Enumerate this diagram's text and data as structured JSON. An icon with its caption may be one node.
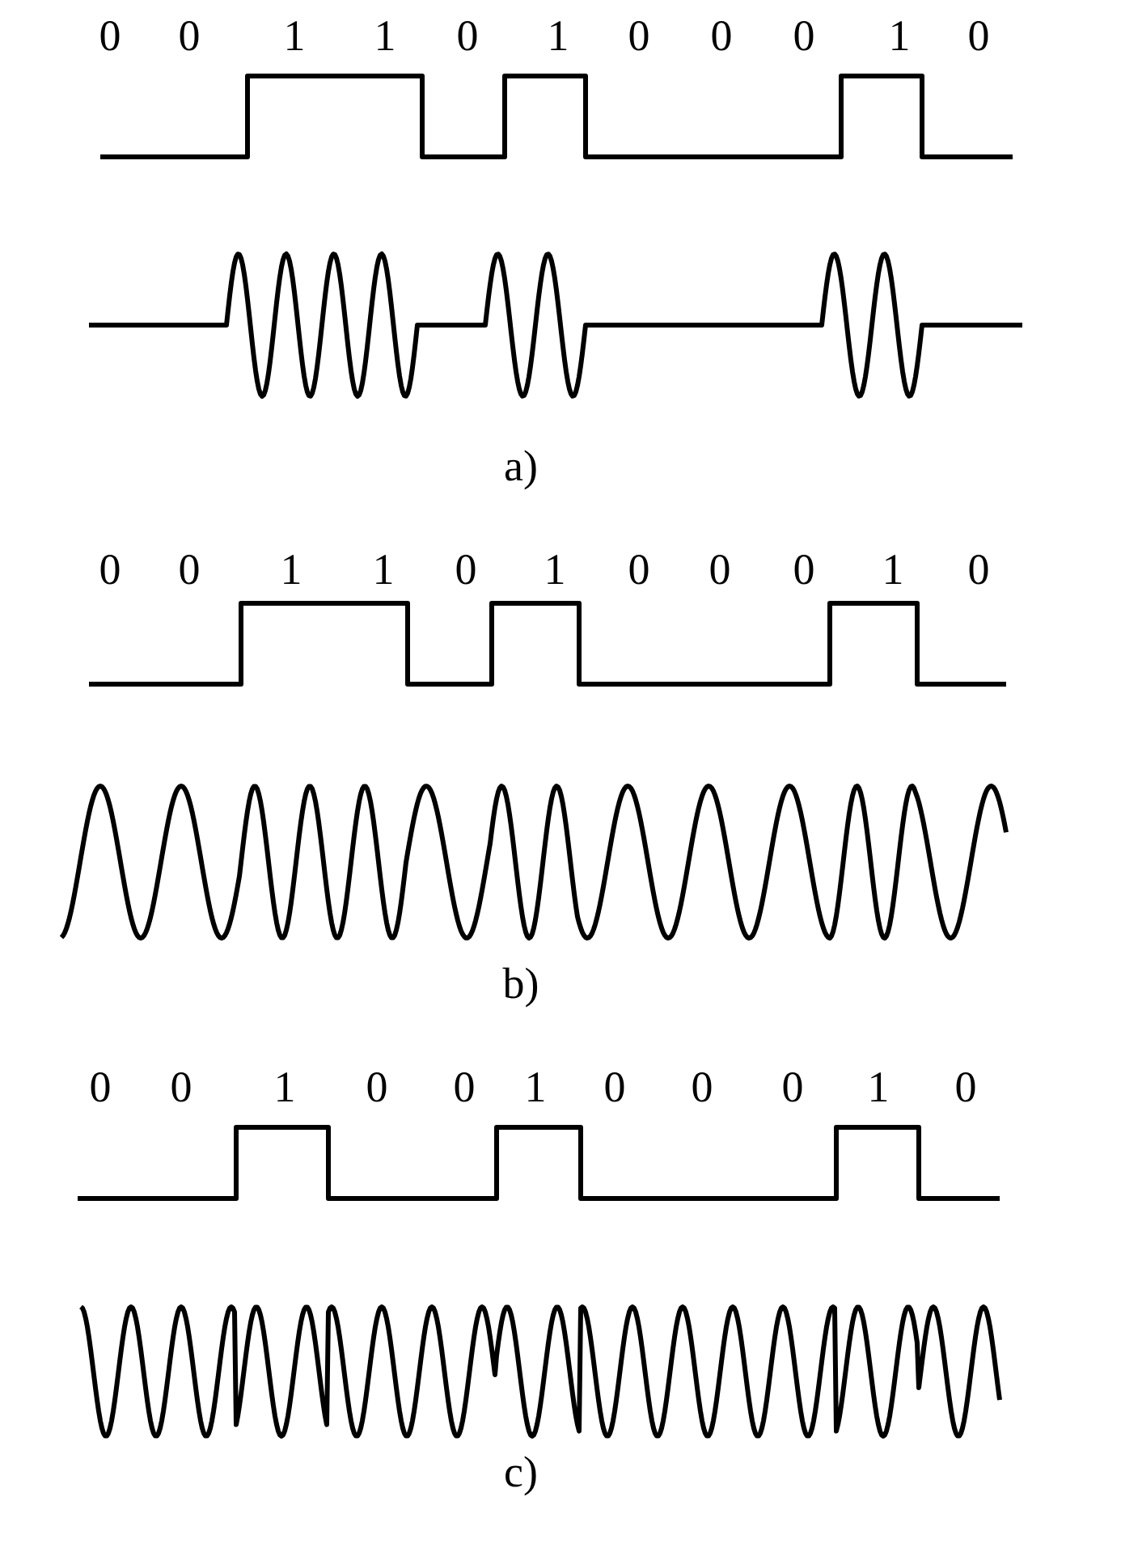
{
  "diagram": {
    "labels": [
      "0",
      "0",
      "1",
      "1",
      "0",
      "1",
      "0",
      "0",
      "0",
      "1",
      "0",
      "a)",
      "0",
      "0",
      "1",
      "1",
      "0",
      "1",
      "0",
      "0",
      "0",
      "1",
      "0",
      "b)",
      "0",
      "0",
      "1",
      "0",
      "0",
      "1",
      "0",
      "0",
      "0",
      "1",
      "0",
      "c)"
    ]
  }
}
